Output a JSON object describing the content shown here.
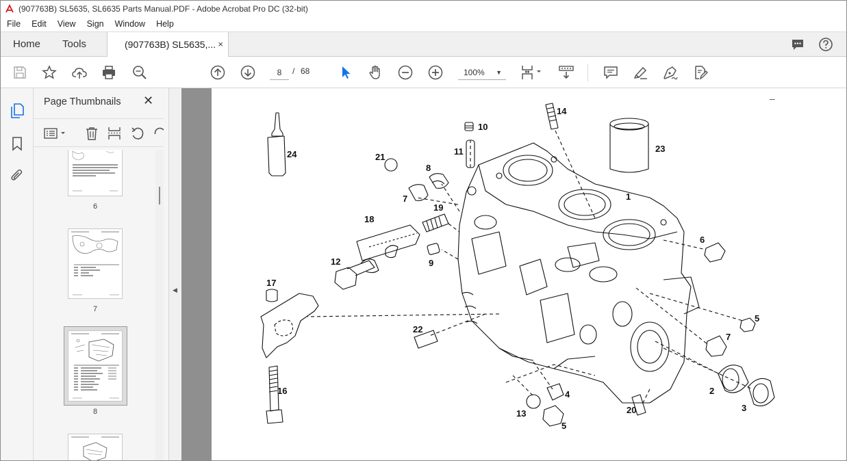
{
  "window": {
    "title": "(907763B) SL5635, SL6635 Parts Manual.PDF - Adobe Acrobat Pro DC (32-bit)"
  },
  "menu": [
    "File",
    "Edit",
    "View",
    "Sign",
    "Window",
    "Help"
  ],
  "tabs": {
    "home": "Home",
    "tools": "Tools",
    "document": "(907763B) SL5635,...",
    "close": "×"
  },
  "toolbar": {
    "page_current": "8",
    "page_separator": "/",
    "page_total": "68",
    "zoom": "100%",
    "icons": [
      "save-icon",
      "bookmark-star-icon",
      "upload-icon",
      "print-icon",
      "zoom-search-icon",
      "page-up-icon",
      "page-down-icon",
      "select-cursor-icon",
      "hand-icon",
      "zoom-out-icon",
      "zoom-in-icon",
      "fit-page-icon",
      "scroll-mode-icon",
      "comment-icon",
      "highlight-icon",
      "sign-icon",
      "fill-sign-icon"
    ]
  },
  "thumbnail_panel": {
    "title": "Page Thumbnails",
    "close": "✕",
    "thumbs": [
      {
        "label": "6"
      },
      {
        "label": "7"
      },
      {
        "label": "8",
        "selected": true
      },
      {
        "label": ""
      }
    ]
  },
  "drawing": {
    "callouts": [
      "24",
      "10",
      "14",
      "23",
      "11",
      "21",
      "8",
      "7",
      "19",
      "18",
      "1",
      "6",
      "12",
      "9",
      "17",
      "5",
      "22",
      "7",
      "2",
      "4",
      "3",
      "13",
      "20",
      "5",
      "16"
    ]
  }
}
